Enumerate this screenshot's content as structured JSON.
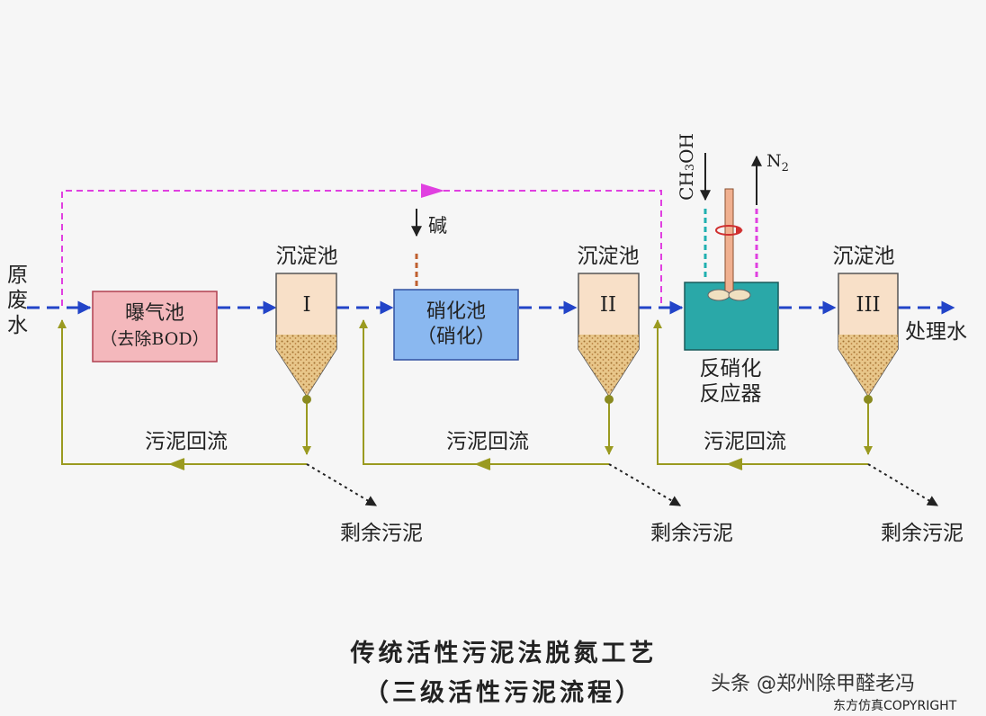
{
  "labels": {
    "inlet": "原\n废\n水",
    "outlet": "处理水",
    "aeration_tank": "曝气池",
    "aeration_tank_sub": "（去除BOD）",
    "nitrification_tank": "硝化池",
    "nitrification_tank_sub": "（硝化）",
    "denitrification_reactor": "反硝化\n反应器",
    "clarifier_1": "沉淀池",
    "clarifier_2": "沉淀池",
    "clarifier_3": "沉淀池",
    "roman_1": "I",
    "roman_2": "II",
    "roman_3": "III",
    "alkali": "碱",
    "methanol": "CH3OH",
    "nitrogen": "N2",
    "return_1": "污泥回流",
    "return_2": "污泥回流",
    "return_3": "污泥回流",
    "excess_1": "剩余污泥",
    "excess_2": "剩余污泥",
    "excess_3": "剩余污泥"
  },
  "title": {
    "line1": "传统活性污泥法脱氮工艺",
    "line2": "（三级活性污泥流程）"
  },
  "watermark": {
    "source": "头条 @郑州除甲醛老冯",
    "copyright": "东方仿真COPYRIGHT"
  },
  "colors": {
    "main_flow": "#2244c8",
    "return_flow": "#9a9a20",
    "bypass_flow": "#e040e0",
    "aeration_fill": "#f4b8bc",
    "nitrification_fill": "#8ab8f0",
    "reactor_fill": "#2aa8a8",
    "clarifier_fill": "#f8e0c8",
    "sludge_fill": "#e0b870",
    "alkali_line": "#c06030",
    "methanol_line": "#20b0b0"
  }
}
